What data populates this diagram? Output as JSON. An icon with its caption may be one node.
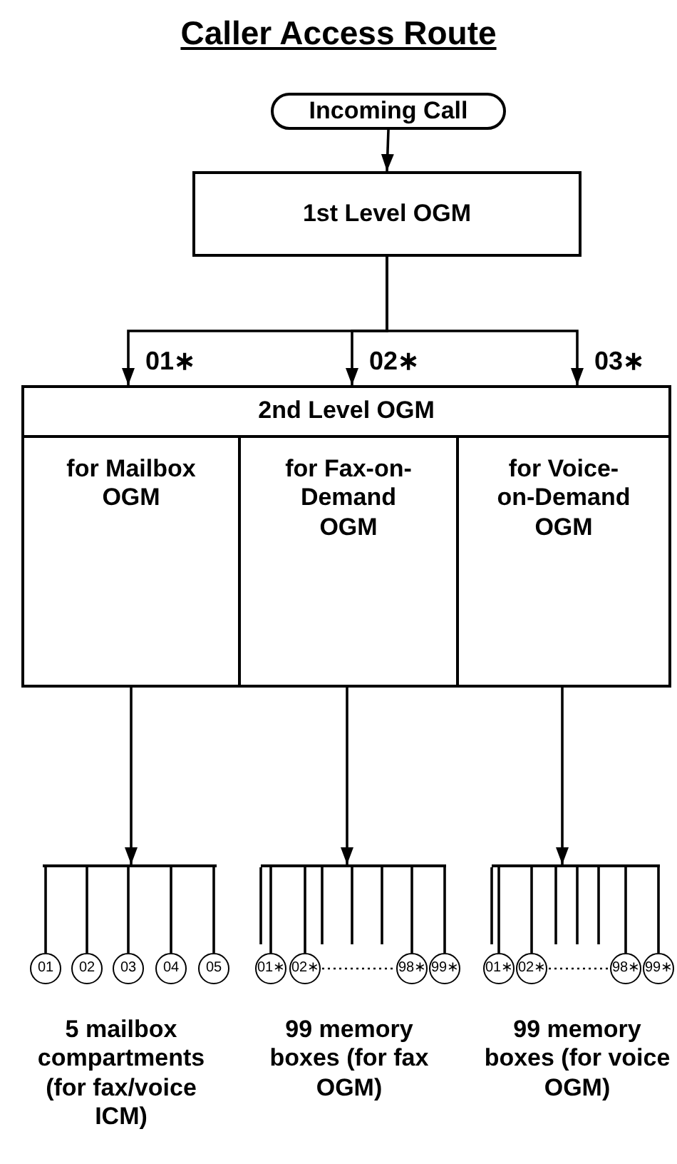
{
  "diagram": {
    "title": "Caller Access Route",
    "nodes": [
      {
        "text": [
          "Incoming Call"
        ]
      },
      {
        "text": [
          "1st Level OGM"
        ]
      },
      {
        "text": [
          "2nd Level OGM"
        ]
      },
      {
        "text": [
          "for Mailbox OGM"
        ],
        "in": 2
      },
      {
        "text": [
          "for Fax-on-Demand OGM"
        ],
        "in": 2
      },
      {
        "text": [
          "for Voice-on-Demand OGM"
        ],
        "in": 2
      },
      {
        "text": [],
        "shape": "bar"
      },
      {
        "text": [
          "01"
        ]
      },
      {
        "text": [
          "02"
        ]
      },
      {
        "text": [
          "03"
        ]
      },
      {
        "text": [
          "04"
        ]
      },
      {
        "text": [
          "05"
        ]
      },
      {
        "text": [],
        "shape": "bar"
      },
      {
        "text": [
          "01∗"
        ]
      },
      {
        "text": [
          "02∗"
        ]
      },
      {
        "text": [
          "98∗"
        ]
      },
      {
        "text": [
          "99∗"
        ]
      },
      {
        "text": [],
        "shape": "bar"
      },
      {
        "text": [
          "01∗"
        ]
      },
      {
        "text": [
          "02∗"
        ]
      },
      {
        "text": [
          "98∗"
        ]
      },
      {
        "text": [
          "99∗"
        ]
      }
    ],
    "edges": [
      {
        "from": 0,
        "to": 1,
        "arrow": "to"
      },
      {
        "from": 1,
        "to": 2,
        "arrow": "to",
        "label": "01∗"
      },
      {
        "from": 1,
        "to": 2,
        "arrow": "to",
        "label": "02∗"
      },
      {
        "from": 1,
        "to": 2,
        "arrow": "to",
        "label": "03∗"
      },
      {
        "from": 3,
        "to": 6,
        "arrow": "to"
      },
      {
        "from": 6,
        "to": 7,
        "arrow": "none"
      },
      {
        "from": 6,
        "to": 8,
        "arrow": "none"
      },
      {
        "from": 6,
        "to": 9,
        "arrow": "none"
      },
      {
        "from": 6,
        "to": 10,
        "arrow": "none"
      },
      {
        "from": 6,
        "to": 11,
        "arrow": "none"
      },
      {
        "from": 4,
        "to": 12,
        "arrow": "to"
      },
      {
        "from": 12,
        "to": 13,
        "arrow": "none"
      },
      {
        "from": 12,
        "to": 14,
        "arrow": "none"
      },
      {
        "from": 12,
        "to": 15,
        "arrow": "none"
      },
      {
        "from": 12,
        "to": 16,
        "arrow": "none"
      },
      {
        "from": 5,
        "to": 17,
        "arrow": "to"
      },
      {
        "from": 17,
        "to": 18,
        "arrow": "none"
      },
      {
        "from": 17,
        "to": 19,
        "arrow": "none"
      },
      {
        "from": 17,
        "to": 20,
        "arrow": "none"
      },
      {
        "from": 17,
        "to": 21,
        "arrow": "none"
      }
    ],
    "labels": [
      "5 mailbox compartments (for fax/voice ICM)",
      "99 memory boxes (for fax OGM)",
      "99 memory boxes (for voice OGM)"
    ]
  }
}
